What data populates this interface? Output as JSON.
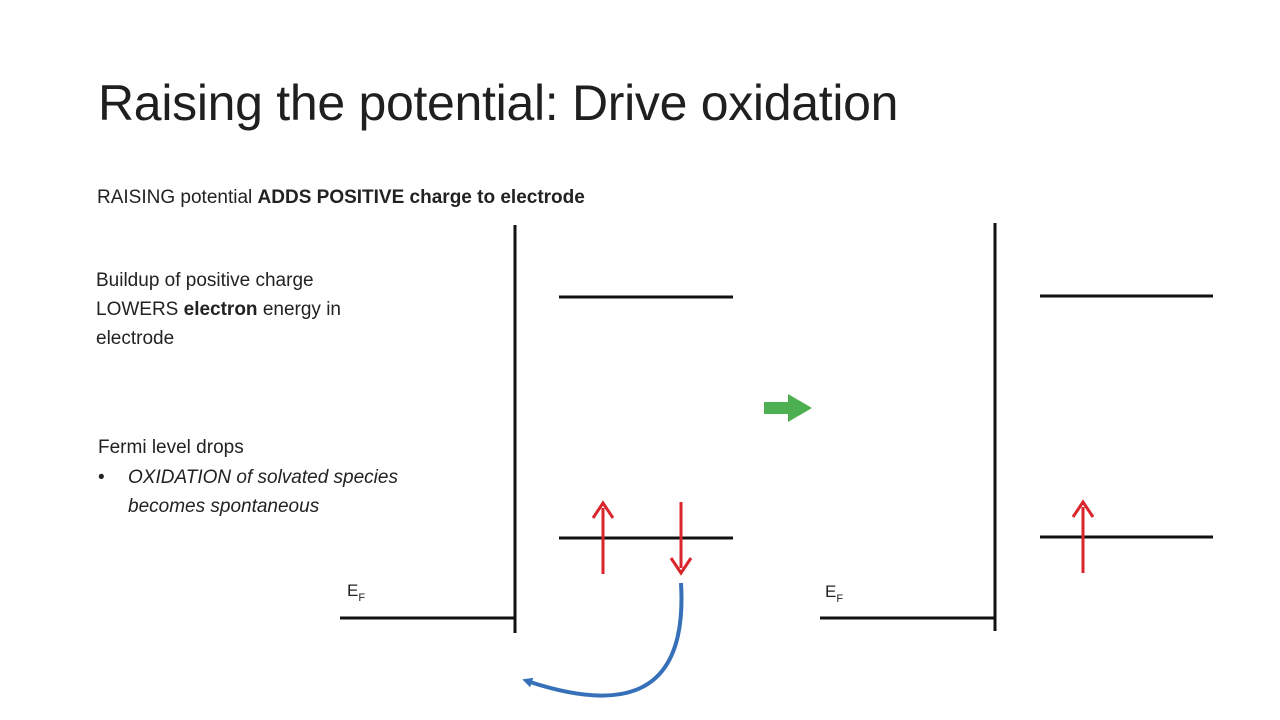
{
  "slide": {
    "title": "Raising the potential: Drive oxidation",
    "subtitle": {
      "plain": "RAISING potential ",
      "bold": "ADDS POSITIVE charge to electrode"
    },
    "buildup": {
      "line1": "Buildup of positive charge",
      "line2_plain": "LOWERS ",
      "line2_bold": "electron",
      "line2_rest": " energy in",
      "line3": "electrode"
    },
    "fermi": {
      "heading": "Fermi level drops",
      "bullet_marker": "•",
      "bullet_text": "OXIDATION of solvated species becomes spontaneous"
    },
    "diagram_labels": {
      "left_ef_main": "E",
      "left_ef_sub": "F",
      "right_ef_main": "E",
      "right_ef_sub": "F"
    },
    "colors": {
      "line": "#111111",
      "spin_arrow": "#d9252b",
      "transfer_arrow": "#3570b8",
      "step_arrow": "#4cb050"
    },
    "icons": {
      "left_spin_up": "spin-up-arrow",
      "left_spin_down": "spin-down-arrow",
      "right_spin_up": "spin-up-arrow",
      "transfer": "curved-electron-transfer-arrow",
      "step": "right-arrow"
    }
  }
}
